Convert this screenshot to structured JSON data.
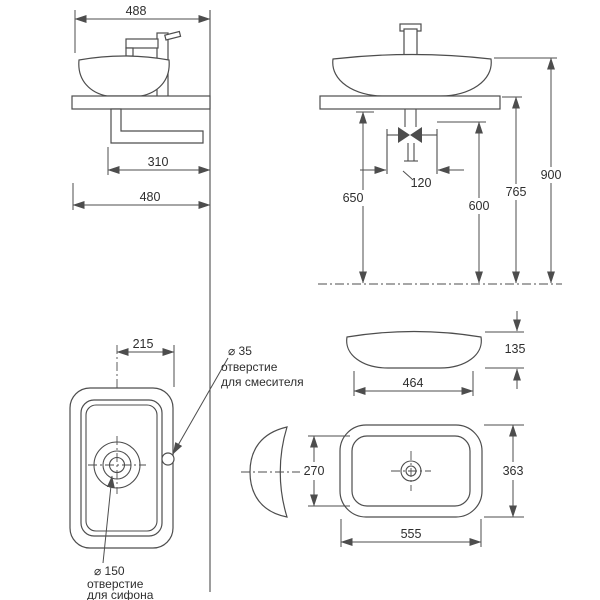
{
  "meta": {
    "colors": {
      "bg": "#ffffff",
      "line": "#4d4d4d",
      "text": "#2e2e2e"
    }
  },
  "side_view": {
    "dim_488": "488",
    "dim_310": "310",
    "dim_480": "480"
  },
  "front_view": {
    "dim_120": "120",
    "dim_650": "650",
    "dim_600": "600",
    "dim_765": "765",
    "dim_900": "900"
  },
  "plan_view": {
    "dim_215": "215",
    "mixer_dia": "⌀ 35",
    "mixer_caption_1": "отверстие",
    "mixer_caption_2": "для смесителя",
    "siphon_dia": "⌀ 150",
    "siphon_caption_1": "отверстие",
    "siphon_caption_2": "для сифона"
  },
  "bowl_views": {
    "dim_135": "135",
    "dim_464": "464",
    "dim_270": "270",
    "dim_363": "363",
    "dim_555": "555"
  }
}
